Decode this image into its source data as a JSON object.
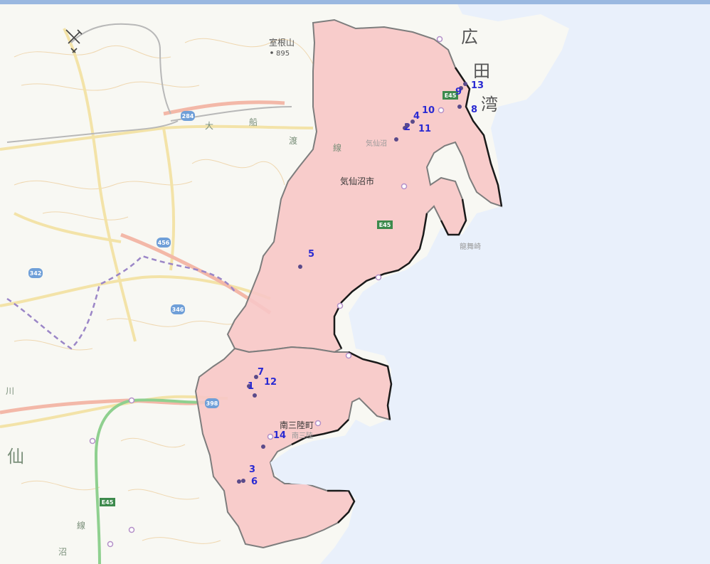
{
  "colors": {
    "sea": "#e9f0fb",
    "land": "#f8f8f3",
    "region_fill": "#f7c6c6",
    "region_border": "#7d7d7d",
    "coast_dark": "#1a1a1a",
    "marker_text": "#2a2ad2",
    "marker_dot": "#5a4a8a",
    "road_national": "#f3b8a8",
    "road_prefectural": "#f3e3a8",
    "expressway": "#8fd08f",
    "boundary_dashed": "#9b86c7",
    "top_bar": "#9ab8e0",
    "contour": "#efd7b0",
    "label_text": "#333333",
    "faint_text": "#9a9a9a"
  },
  "labels": {
    "mountain_name": "室根山",
    "mountain_elev": "895",
    "bay_char_1": "広",
    "bay_char_2": "田",
    "bay_char_3": "湾",
    "city_kesennuma": "気仙沼市",
    "town_minamisanriku": "南三陸町",
    "station_kesennuma": "気仙沼",
    "station_minamisanriku": "南三陸",
    "cape_tatsumai": "龍舞崎",
    "river_ofunato_1": "大",
    "river_ofunato_2": "船",
    "river_ofunato_3": "渡",
    "river_ofunato_4": "線",
    "sen_char": "仙",
    "kawa_char": "川",
    "sen_line_char": "線",
    "minami_char": "沼"
  },
  "shields": {
    "r284": "284",
    "r456": "456",
    "r342": "342",
    "r346": "346",
    "r398": "398",
    "e45_north": "E45",
    "e45_mid": "E45",
    "e45_south": "E45"
  },
  "markers": [
    {
      "label": "1"
    },
    {
      "label": "2"
    },
    {
      "label": "3"
    },
    {
      "label": "4"
    },
    {
      "label": "5"
    },
    {
      "label": "6"
    },
    {
      "label": "7"
    },
    {
      "label": "8"
    },
    {
      "label": "9"
    },
    {
      "label": "10"
    },
    {
      "label": "11"
    },
    {
      "label": "12"
    },
    {
      "label": "13"
    },
    {
      "label": "14"
    }
  ]
}
